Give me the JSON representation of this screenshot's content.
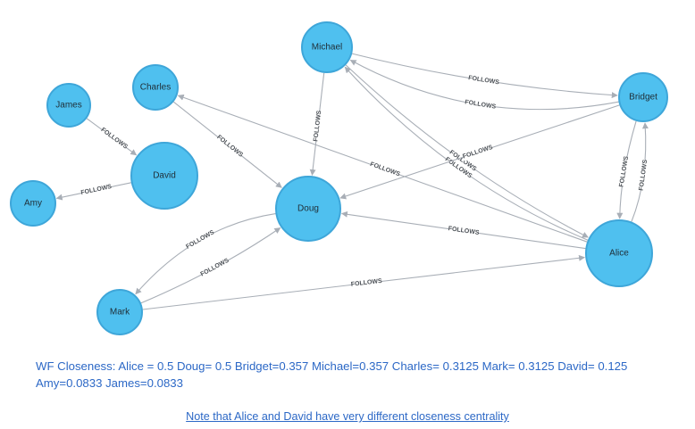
{
  "graph": {
    "node_color": "#4fc0ef",
    "edge_color": "#a8aeb6",
    "nodes": [
      {
        "id": "James",
        "label": "James"
      },
      {
        "id": "David",
        "label": "David"
      },
      {
        "id": "Amy",
        "label": "Amy"
      },
      {
        "id": "Charles",
        "label": "Charles"
      },
      {
        "id": "Michael",
        "label": "Michael"
      },
      {
        "id": "Doug",
        "label": "Doug"
      },
      {
        "id": "Bridget",
        "label": "Bridget"
      },
      {
        "id": "Alice",
        "label": "Alice"
      },
      {
        "id": "Mark",
        "label": "Mark"
      }
    ],
    "edges": [
      {
        "from": "James",
        "to": "David",
        "label": "FOLLOWS"
      },
      {
        "from": "David",
        "to": "Amy",
        "label": "FOLLOWS"
      },
      {
        "from": "Charles",
        "to": "Doug",
        "label": "FOLLOWS"
      },
      {
        "from": "Michael",
        "to": "Doug",
        "label": "FOLLOWS"
      },
      {
        "from": "Bridget",
        "to": "Michael",
        "label": "FOLLOWS"
      },
      {
        "from": "Michael",
        "to": "Bridget",
        "label": "FOLLOWS"
      },
      {
        "from": "Alice",
        "to": "Michael",
        "label": "FOLLOWS"
      },
      {
        "from": "Michael",
        "to": "Alice",
        "label": "FOLLOWS"
      },
      {
        "from": "Bridget",
        "to": "Doug",
        "label": "FOLLOWS"
      },
      {
        "from": "Alice",
        "to": "Charles",
        "label": "FOLLOWS"
      },
      {
        "from": "Bridget",
        "to": "Alice",
        "label": "FOLLOWS"
      },
      {
        "from": "Alice",
        "to": "Bridget",
        "label": "FOLLOWS"
      },
      {
        "from": "Alice",
        "to": "Doug",
        "label": "FOLLOWS"
      },
      {
        "from": "Doug",
        "to": "Mark",
        "label": "FOLLOWS"
      },
      {
        "from": "Mark",
        "to": "Doug",
        "label": "FOLLOWS"
      },
      {
        "from": "Mark",
        "to": "Alice",
        "label": "FOLLOWS"
      }
    ]
  },
  "text": {
    "closeness": "WF Closeness: Alice = 0.5 Doug= 0.5 Bridget=0.357 Michael=0.357 Charles= 0.3125 Mark= 0.3125 David= 0.125 Amy=0.0833 James=0.0833",
    "note": "Note that Alice and David have very different closeness centrality"
  }
}
